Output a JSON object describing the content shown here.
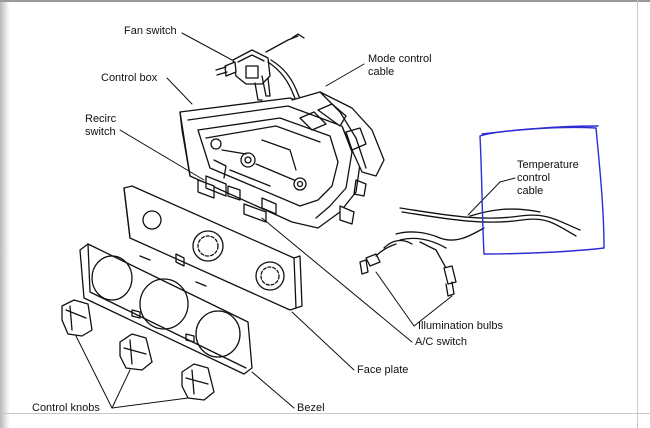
{
  "labels": {
    "fan_switch": "Fan switch",
    "mode_control_cable": [
      "Mode control",
      "cable"
    ],
    "control_box": "Control box",
    "recirc_switch": [
      "Recirc",
      "switch"
    ],
    "temperature_control_cable": [
      "Temperature",
      "control",
      "cable"
    ],
    "illumination_bulbs": "Illumination bulbs",
    "ac_switch": "A/C switch",
    "face_plate": "Face plate",
    "bezel": "Bezel",
    "control_knobs": "Control knobs"
  },
  "annotation": {
    "highlight_color": "#2d2dd6",
    "shape": "hand-drawn rectangle around temperature control cable"
  }
}
